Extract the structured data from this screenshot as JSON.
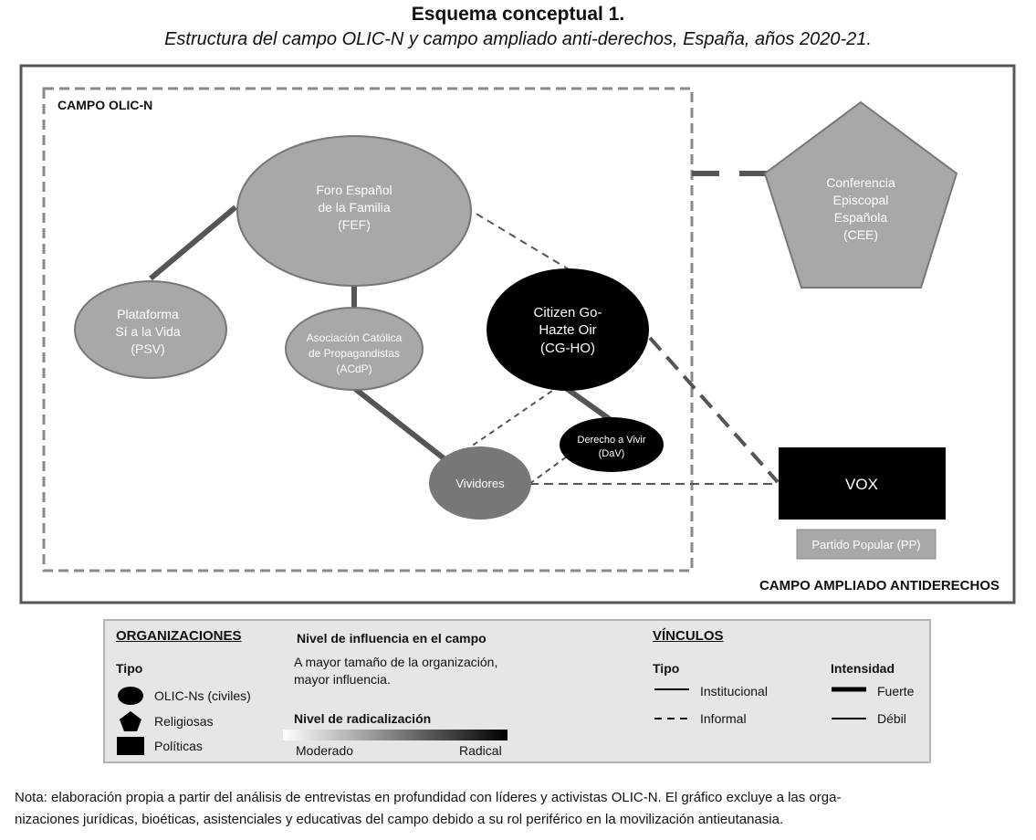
{
  "header": {
    "title": "Esquema conceptual 1.",
    "subtitle": "Estructura del campo OLIC-N y campo ampliado anti-derechos, España, años 2020-21."
  },
  "diagram": {
    "inner_field_label": "CAMPO OLIC-N",
    "outer_field_label": "CAMPO AMPLIADO ANTIDERECHOS",
    "nodes": {
      "fef": [
        "Foro Español",
        "de la Familia",
        "(FEF)"
      ],
      "psv": [
        "Plataforma",
        "Sí a la Vida",
        "(PSV)"
      ],
      "acdp": [
        "Asociación Católica",
        "de Propagandistas",
        "(ACdP)"
      ],
      "cgho": [
        "Citizen Go-",
        "Hazte Oir",
        "(CG-HO)"
      ],
      "dav": [
        "Derecho a Vivir",
        "(DaV)"
      ],
      "vividores": [
        "Vividores"
      ],
      "cee": [
        "Conferencia",
        "Episcopal",
        "Española",
        "(CEE)"
      ],
      "vox": [
        "VOX"
      ],
      "pp": [
        "Partido Popular (PP)"
      ]
    },
    "colors": {
      "light_gray": "#a8a8a8",
      "mid_gray": "#777777",
      "black": "#000000",
      "frame": "#555555",
      "dashed_frame": "#8a8a8a"
    }
  },
  "legend": {
    "organizaciones": {
      "heading": "ORGANIZACIONES",
      "tipo": "Tipo",
      "items": [
        "OLIC-Ns (civiles)",
        "Religiosas",
        "Políticas"
      ]
    },
    "influencia": {
      "heading": "Nivel de influencia en el campo",
      "text_1": "A mayor tamaño de la organización,",
      "text_2": "mayor influencia."
    },
    "radicalizacion": {
      "heading": "Nivel de radicalización",
      "low": "Moderado",
      "high": "Radical"
    },
    "vinculos": {
      "heading": "VÍNCULOS",
      "tipo": "Tipo",
      "tipo_items": [
        "Institucional",
        "Informal"
      ],
      "intensidad": "Intensidad",
      "intensidad_items": [
        "Fuerte",
        "Débil"
      ]
    }
  },
  "note": {
    "line_1": "Nota: elaboración propia a partir del análisis de entrevistas en profundidad con líderes y activistas OLIC-N. El gráfico excluye a las orga-",
    "line_2": "nizaciones jurídicas, bioéticas, asistenciales y educativas del campo debido a su rol periférico en la movilización antieutanasia."
  }
}
